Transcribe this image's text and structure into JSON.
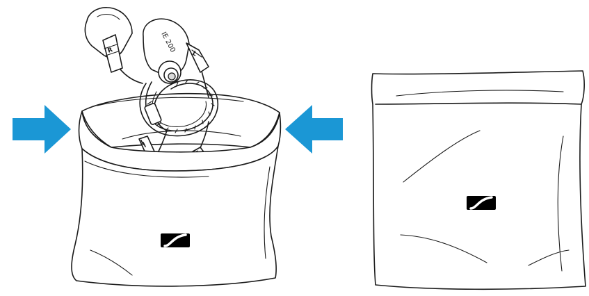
{
  "illustration": {
    "earphone_model_label": "IE 200",
    "left_side_marker": "L",
    "right_side_marker": "R",
    "arrow_color": "#1B97D5",
    "ink_color": "#1a1a1a",
    "logo_fill": "#000000",
    "icons": [
      "arrow-right-icon",
      "arrow-left-icon",
      "sennheiser-logo-icon"
    ]
  }
}
